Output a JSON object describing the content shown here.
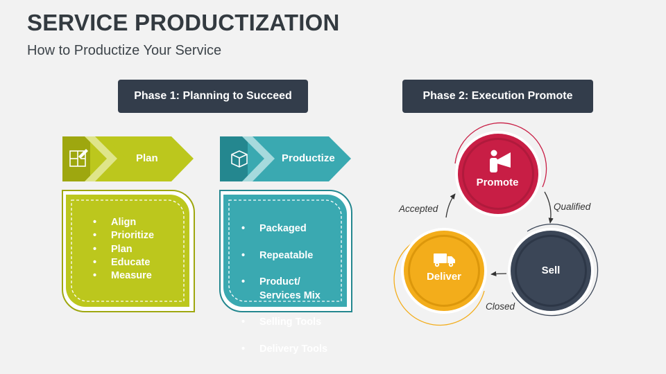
{
  "header": {
    "title": "SERVICE PRODUCTIZATION",
    "subtitle": "How to Productize Your Service"
  },
  "phases": [
    {
      "label": "Phase 1: Planning to Succeed"
    },
    {
      "label": "Phase 2: Execution Promote"
    }
  ],
  "steps": [
    {
      "label": "Plan",
      "icon": "blueprint-icon",
      "color": "#bcc71d",
      "items": [
        "Align",
        "Prioritize",
        "Plan",
        "Educate",
        "Measure"
      ]
    },
    {
      "label": "Productize",
      "icon": "cube-icon",
      "color": "#3aa9b1",
      "items": [
        "Packaged",
        "Repeatable",
        "Product/\nServices Mix",
        "Selling Tools",
        "Delivery Tools"
      ]
    }
  ],
  "cycle": {
    "nodes": [
      {
        "label": "Promote",
        "color": "#c81e45",
        "icon": "megaphone-person-icon"
      },
      {
        "label": "Sell",
        "color": "#3b4657",
        "icon": ""
      },
      {
        "label": "Deliver",
        "color": "#f3ad1b",
        "icon": "delivery-truck-icon"
      }
    ],
    "flows": [
      {
        "label": "Qualified"
      },
      {
        "label": "Closed"
      },
      {
        "label": "Accepted"
      }
    ]
  }
}
